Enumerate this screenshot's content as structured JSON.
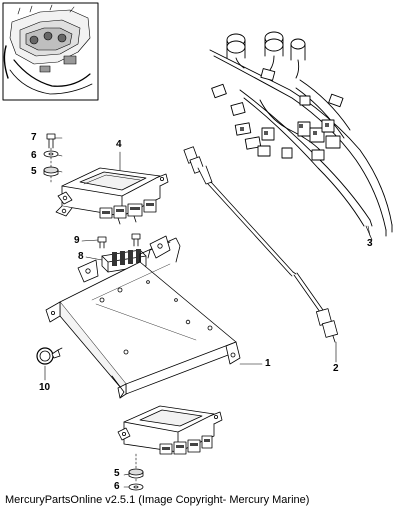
{
  "callouts": {
    "c1": "1",
    "c2": "2",
    "c3": "3",
    "c4": "4",
    "c5a": "5",
    "c5b": "5",
    "c6a": "6",
    "c6b": "6",
    "c7": "7",
    "c8": "8",
    "c9": "9",
    "c10": "10"
  },
  "caption": "MercuryPartsOnline v2.5.1 (Image Copyright- Mercury Marine)"
}
